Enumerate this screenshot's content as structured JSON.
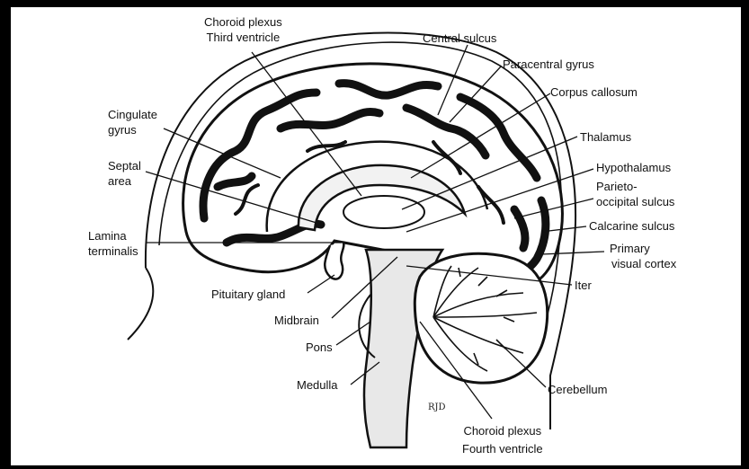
{
  "labels": {
    "choroid_plexus_third": [
      "Choroid plexus",
      "Third ventricle"
    ],
    "central_sulcus": [
      "Central sulcus"
    ],
    "paracentral_gyrus": [
      "Paracentral gyrus"
    ],
    "corpus_callosum": [
      "Corpus callosum"
    ],
    "cingulate_gyrus": [
      "Cingulate",
      "gyrus"
    ],
    "thalamus": [
      "Thalamus"
    ],
    "septal_area": [
      "Septal",
      "area"
    ],
    "hypothalamus": [
      "Hypothalamus"
    ],
    "parieto_occipital_sulcus": [
      "Parieto-",
      "occipital sulcus"
    ],
    "lamina_terminalis": [
      "Lamina",
      "terminalis"
    ],
    "calcarine_sulcus": [
      "Calcarine sulcus"
    ],
    "primary_visual_cortex": [
      "Primary",
      "visual cortex"
    ],
    "pituitary_gland": [
      "Pituitary gland"
    ],
    "iter": [
      "Iter"
    ],
    "midbrain": [
      "Midbrain"
    ],
    "pons": [
      "Pons"
    ],
    "medulla": [
      "Medulla"
    ],
    "cerebellum": [
      "Cerebellum"
    ],
    "choroid_plexus_fourth": [
      "Choroid plexus",
      "Fourth ventricle"
    ]
  },
  "signature": "RJD",
  "colors": {
    "background": "#000000",
    "canvas": "#ffffff",
    "ink": "#111111",
    "shade": "#555555"
  }
}
